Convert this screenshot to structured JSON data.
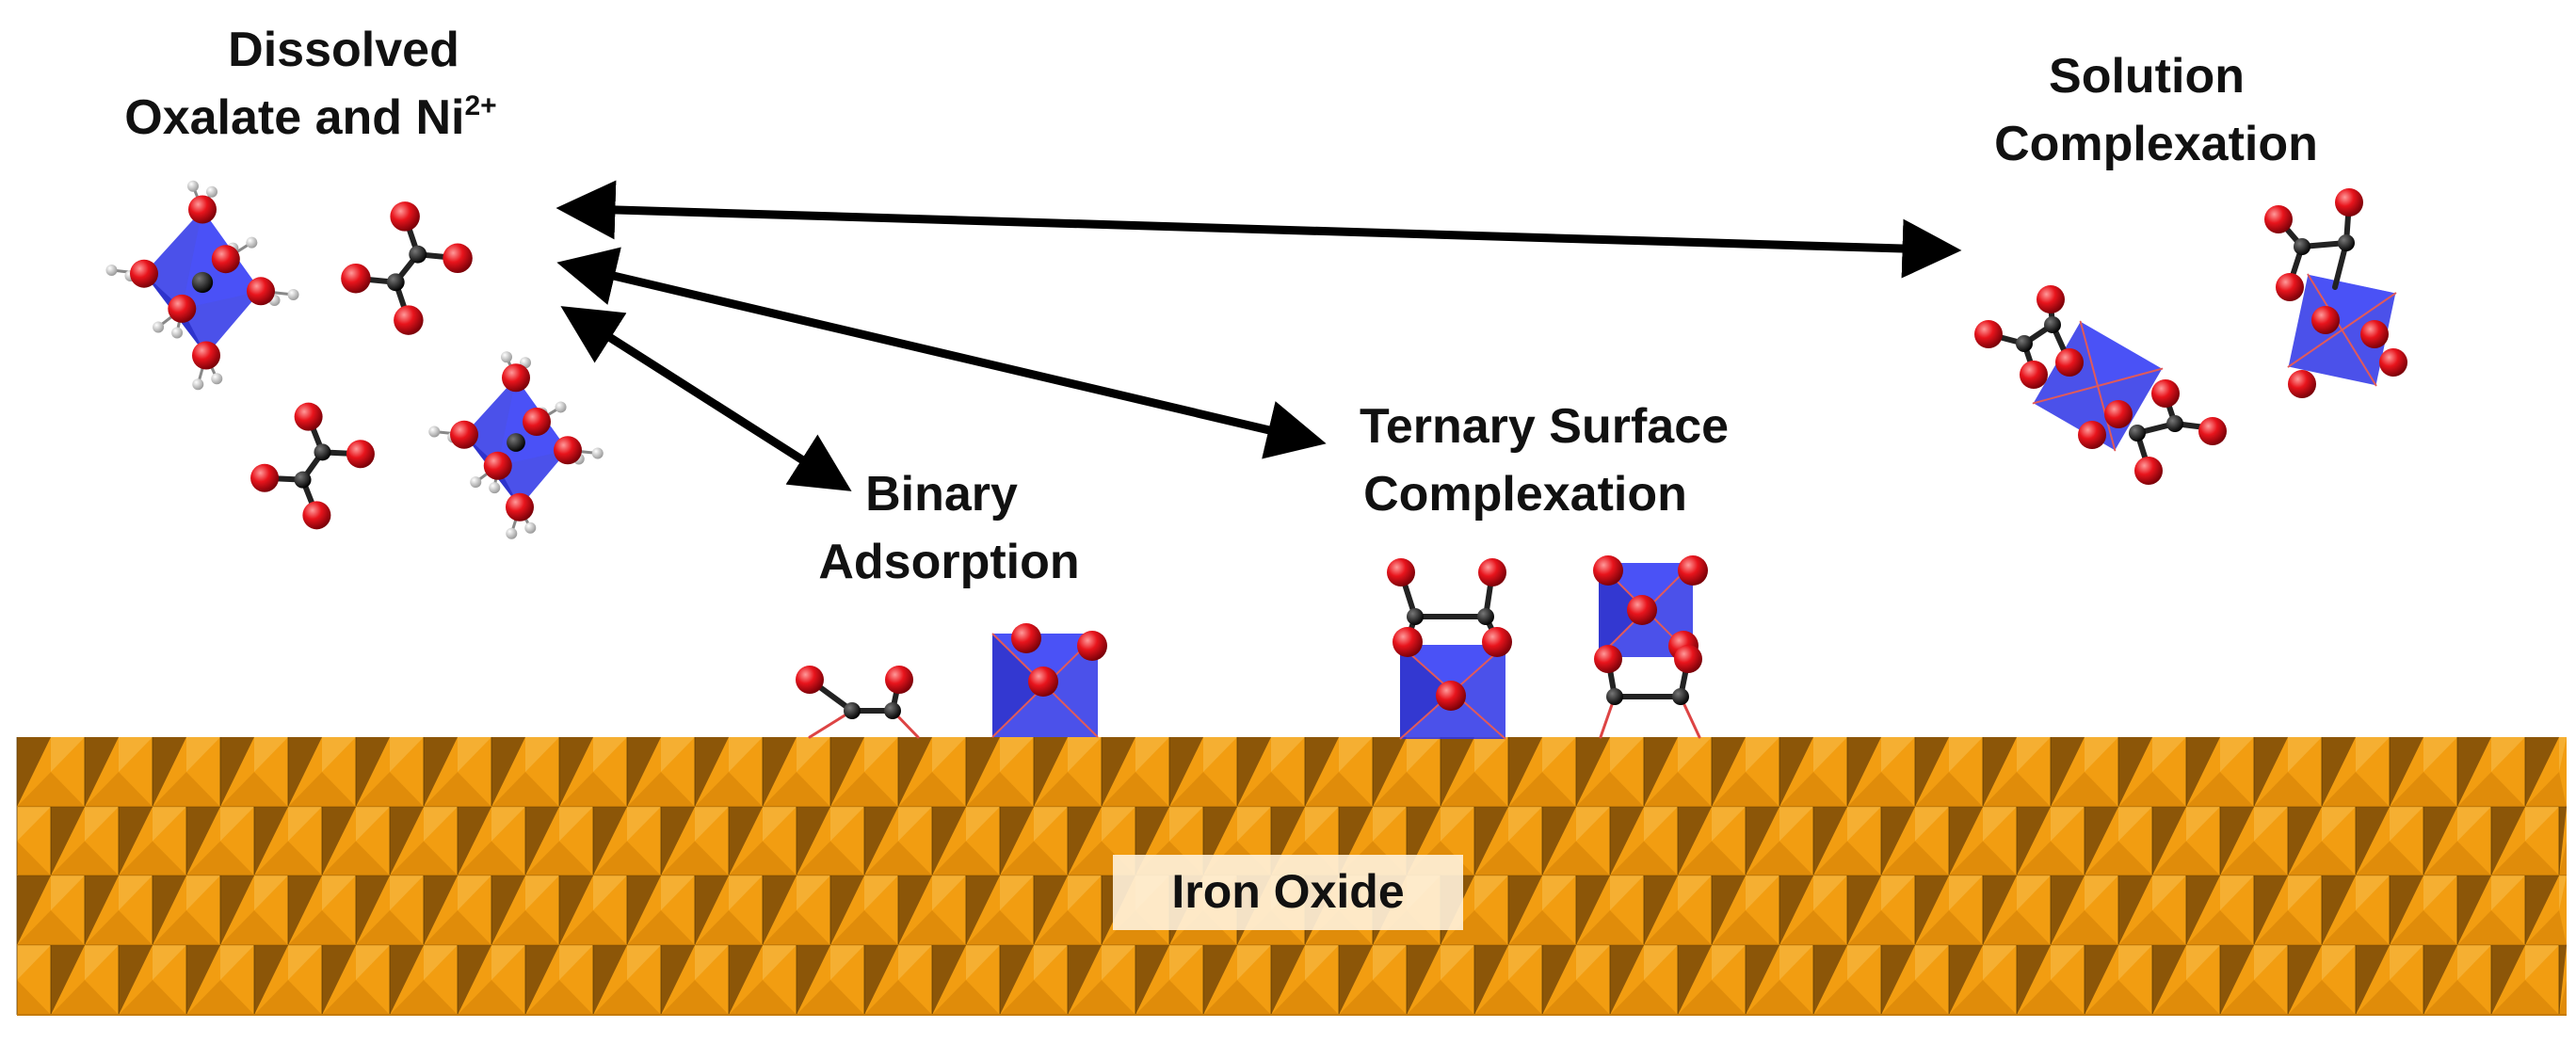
{
  "labels": {
    "dissolved_line1": "Dissolved",
    "dissolved_line2_prefix": "Oxalate and Ni",
    "dissolved_line2_sup": "2+",
    "solution_line1": "Solution",
    "solution_line2": "Complexation",
    "ternary_line1": "Ternary Surface",
    "ternary_line2": "Complexation",
    "binary_line1": "Binary",
    "binary_line2": "Adsorption",
    "surface": "Iron Oxide"
  },
  "colors": {
    "oxygen": "#d9121b",
    "carbon": "#111111",
    "hydrogen": "#d7d7d7",
    "nickel_octahedron": "#2b33e6",
    "iron_oxide": "#f29d11",
    "iron_oxide_shadow": "#6a4106",
    "arrow": "#000000"
  }
}
